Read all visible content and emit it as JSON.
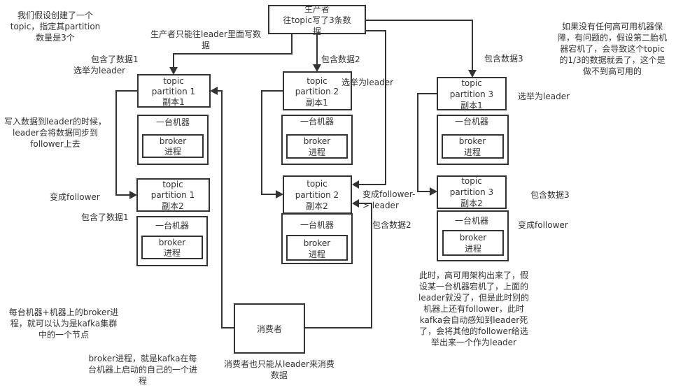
{
  "producer": {
    "lines": [
      "生产者",
      "往topic写了3条数",
      "据"
    ]
  },
  "consumer": {
    "label": "消费者"
  },
  "partitions": [
    {
      "replicas": [
        {
          "lines": [
            "topic",
            "partition 1",
            "副本1"
          ],
          "machine": "一台机器",
          "broker": [
            "broker",
            "进程"
          ]
        },
        {
          "lines": [
            "topic",
            "partition 1",
            "副本2"
          ],
          "machine": "一台机器",
          "broker": [
            "broker",
            "进程"
          ]
        }
      ]
    },
    {
      "replicas": [
        {
          "lines": [
            "topic",
            "partition 2",
            "副本1"
          ],
          "machine": "一台机器",
          "broker": [
            "broker",
            "进程"
          ]
        },
        {
          "lines": [
            "topic",
            "partition 2",
            "副本2"
          ],
          "machine": "一台机器",
          "broker": [
            "broker",
            "进程"
          ]
        }
      ]
    },
    {
      "replicas": [
        {
          "lines": [
            "topic",
            "partition 3",
            "副本1"
          ],
          "machine": "一台机器",
          "broker": [
            "broker",
            "进程"
          ]
        },
        {
          "lines": [
            "topic",
            "partition 3",
            "副本2"
          ],
          "machine": "一台机器",
          "broker": [
            "broker",
            "进程"
          ]
        }
      ]
    }
  ],
  "annotations": {
    "topic_created": "我们假设创建了一个topic，指定其partition数量是3个",
    "producer_leader_only": "生产者只能往leader里面写数据",
    "p1_contains": "包含了数据1",
    "p1_elected": "选举为leader",
    "write_sync": "写入数据到leader的时候，leader会将数据同步到follower上去",
    "p1r2_follower": "变成follower",
    "p1r2_contains": "包含了数据1",
    "p2_contains": "包含数据2",
    "p2_elected": "选举为leader",
    "p2r2_change": "变成follower-> leader",
    "p2r2_contains": "包含数据2",
    "p3_contains": "包含数据3",
    "p3_elected": "选举为leader",
    "p3r2_contains": "包含数据3",
    "p3r2_follower": "变成follower",
    "no_ha": "如果没有任何高可用机器保障，有问题的，假设第二胎机器宕机了，会导致这个topic的1/3的数据就丢了，这个是做不到高可用的",
    "ha_arch": "此时，高可用架构出来了，假设某一台机器宕机了，上面的leader就没了，但是此时别的机器上还有follower，此时kafka会自动感知到leader死了，会将其他的follower给选举出来一个作为leader",
    "node_def": "每台机器+机器上的broker进程，就可以认为是kafka集群中的一个节点",
    "broker_def": "broker进程，就是kafka在每台机器上启动的自己的一个进程",
    "consumer_leader_only": "消费者也只能从leader来消费数据"
  }
}
